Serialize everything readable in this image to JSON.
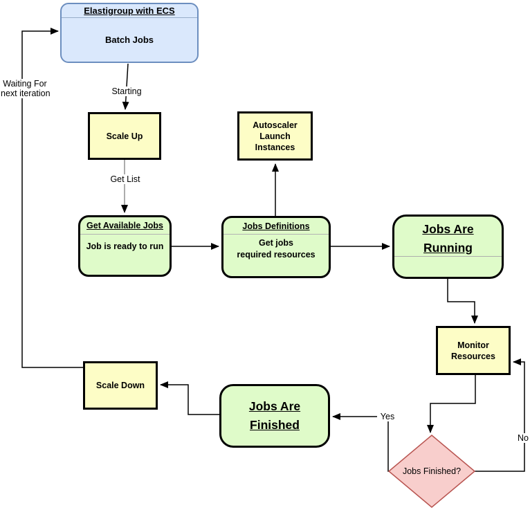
{
  "nodes": {
    "elastigroup": {
      "title": "Elastigroup with ECS",
      "body": "Batch Jobs"
    },
    "scale_up": {
      "label": "Scale Up"
    },
    "autoscaler": {
      "lines": [
        "Autoscaler",
        "Launch",
        "Instances"
      ]
    },
    "get_available_jobs": {
      "title": "Get Available Jobs",
      "body": "Job is ready to run"
    },
    "jobs_definitions": {
      "title": "Jobs Definitions",
      "body_lines": [
        "Get jobs",
        "required resources"
      ]
    },
    "jobs_are_running": {
      "title_lines": [
        "Jobs Are ",
        "Running"
      ]
    },
    "monitor_resources": {
      "lines": [
        "Monitor",
        "Resources"
      ]
    },
    "jobs_finished_decision": {
      "label": "Jobs Finished?"
    },
    "jobs_are_finished": {
      "title_lines": [
        "Jobs Are ",
        "Finished"
      ]
    },
    "scale_down": {
      "label": "Scale Down"
    }
  },
  "edge_labels": {
    "starting": "Starting",
    "get_list": "Get List",
    "yes": "Yes",
    "no": "No",
    "waiting_lines": [
      "Waiting For",
      "next iteration"
    ]
  },
  "colors": {
    "blue_fill": "#dae8fc",
    "blue_border": "#6c8ebf",
    "yellow_fill": "#fdfdc6",
    "green_fill": "#dffbc9",
    "node_border": "#000000",
    "diamond_fill": "#f8cecc",
    "diamond_border": "#b85450",
    "gray_edge": "#919191"
  }
}
